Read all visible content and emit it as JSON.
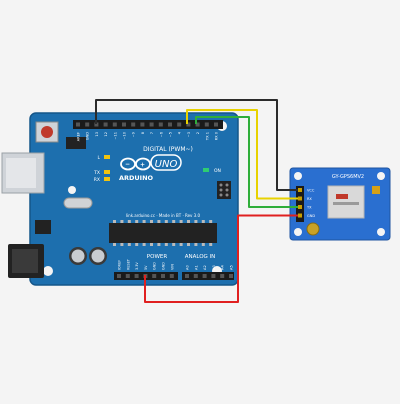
{
  "board": {
    "brand": "ARDUINO",
    "model": "UNO",
    "digital_header": "DIGITAL (PWM~)",
    "digital_pins": [
      "AREF",
      "GND",
      "13",
      "12",
      "~11",
      "~10",
      "~9",
      "8",
      "7",
      "~6",
      "~5",
      "4",
      "~3",
      "2",
      "TX 1",
      "RX 0"
    ],
    "led_labels": [
      "L",
      "TX",
      "RX"
    ],
    "on_label": "ON",
    "power_header": "POWER",
    "power_pins": [
      "IOREF",
      "RESET",
      "3.3V",
      "5V",
      "GND",
      "GND",
      "VIN"
    ],
    "analog_header": "ANALOG IN",
    "analog_pins": [
      "A0",
      "A1",
      "A2",
      "A3",
      "A4",
      "A5"
    ],
    "chip_text": "link.arduino.cc · Made in BT · Rev 3.0"
  },
  "gps": {
    "name": "GY-GPS6MV2",
    "pins": [
      "VCC",
      "RX",
      "TX",
      "GND"
    ]
  },
  "wires": [
    {
      "name": "gnd",
      "color": "#2b2b2b"
    },
    {
      "name": "yellow",
      "color": "#e8d200"
    },
    {
      "name": "green",
      "color": "#2fae3a"
    },
    {
      "name": "vcc",
      "color": "#e02020"
    }
  ],
  "colors": {
    "board": "#1d6fae",
    "module": "#2a6fd0"
  }
}
